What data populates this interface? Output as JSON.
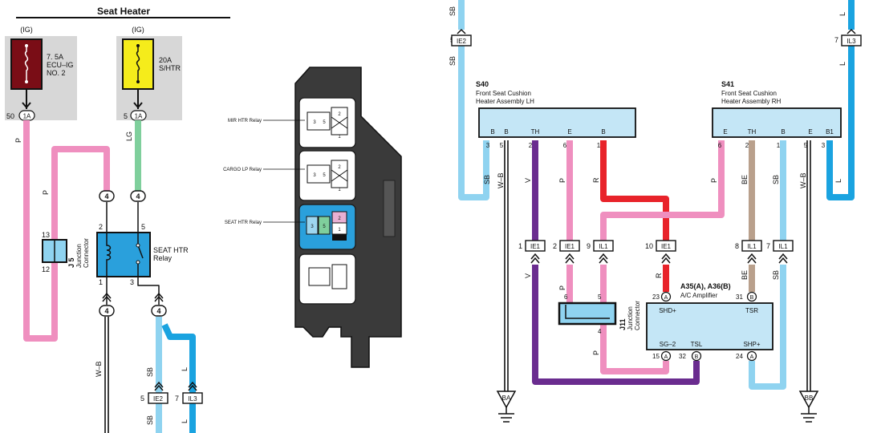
{
  "title": "Seat Heater",
  "fuses": [
    {
      "ig": "(IG)",
      "rating": "7. 5A",
      "name1": "ECU–IG",
      "name2": "NO. 2",
      "pin": "50",
      "conn": "1A",
      "color": "#7a0d16"
    },
    {
      "ig": "(IG)",
      "rating": "20A",
      "name1": "S/HTR",
      "name2": "",
      "pin": "5",
      "conn": "1A",
      "color": "#f5ec1b"
    }
  ],
  "relay_block": {
    "labels": [
      "MIR HTR Relay",
      "CARGO LP Relay",
      "SEAT HTR Relay"
    ],
    "pins": [
      "3",
      "5",
      "2",
      "1"
    ]
  },
  "left": {
    "wire_p1": "P",
    "wire_p2": "P",
    "wire_lg": "LG",
    "wire_wb": "W–B",
    "wire_sb1": "SB",
    "wire_sb2": "SB",
    "wire_l1": "L",
    "wire_l2": "L",
    "jc_num": "4",
    "j5": {
      "id": "J 5",
      "name1": "Junction",
      "name2": "Connector",
      "pin_a": "13",
      "pin_b": "12"
    },
    "relay": {
      "name1": "SEAT HTR",
      "name2": "Relay",
      "pins": [
        "2",
        "5",
        "1",
        "3"
      ]
    },
    "ie2": {
      "pin": "5",
      "conn": "IE2"
    },
    "il3": {
      "pin": "7",
      "conn": "IL3"
    }
  },
  "right": {
    "top_ie2": {
      "pin": "5",
      "conn": "IE2",
      "wire": "SB"
    },
    "top_il3": {
      "pin": "7",
      "conn": "IL3",
      "wire": "L"
    },
    "s40": {
      "id": "S40",
      "name1": "Front Seat Cushion",
      "name2": "Heater Assembly LH",
      "terms": [
        "B",
        "B",
        "TH",
        "E",
        "B"
      ],
      "pins": [
        "3",
        "5",
        "2",
        "6",
        "1"
      ]
    },
    "s41": {
      "id": "S41",
      "name1": "Front Seat Cushion",
      "name2": "Heater Assembly RH",
      "terms": [
        "E",
        "TH",
        "B",
        "E",
        "B1"
      ],
      "pins": [
        "6",
        "2",
        "1",
        "5",
        "3"
      ]
    },
    "wires": {
      "sb_a": "SB",
      "wb_a": "W–B",
      "v_a": "V",
      "p_a": "P",
      "r_a": "R",
      "p_b": "P",
      "be_a": "BE",
      "sb_b": "SB",
      "wb_b": "W–B",
      "l_a": "L",
      "v_b": "V",
      "p_c": "P",
      "r_b": "R",
      "be_b": "BE",
      "sb_c": "SB",
      "p_d": "P"
    },
    "conns": [
      {
        "pin": "1",
        "conn": "IE1"
      },
      {
        "pin": "2",
        "conn": "IE1"
      },
      {
        "pin": "9",
        "conn": "IL1"
      },
      {
        "pin": "10",
        "conn": "IE1"
      },
      {
        "pin": "8",
        "conn": "IL1"
      },
      {
        "pin": "7",
        "conn": "IL1"
      }
    ],
    "j11": {
      "id": "J11",
      "name1": "Junction",
      "name2": "Connector",
      "pins": [
        "6",
        "5",
        "4"
      ]
    },
    "amp": {
      "id": "A35(A), A36(B)",
      "name": "A/C Amplifier",
      "terms": [
        "SHD+",
        "TSR",
        "SG–2",
        "TSL",
        "SHP+"
      ],
      "pins": [
        "23",
        "31",
        "15",
        "32",
        "24"
      ],
      "pconn": [
        "A",
        "B",
        "A",
        "B",
        "A"
      ]
    },
    "grounds": [
      "BA",
      "BB"
    ]
  },
  "colors": {
    "pink": "#ef8fbf",
    "green": "#7fcf9c",
    "sky": "#8fd3f0",
    "blue": "#1aa3e0",
    "red": "#e8232a",
    "purple": "#6a2c8f",
    "tan": "#b9a08c",
    "black": "#111111",
    "relay_blue": "#2aa0dc",
    "panel": "#3a3a3a",
    "gray": "#d7d7d7"
  }
}
